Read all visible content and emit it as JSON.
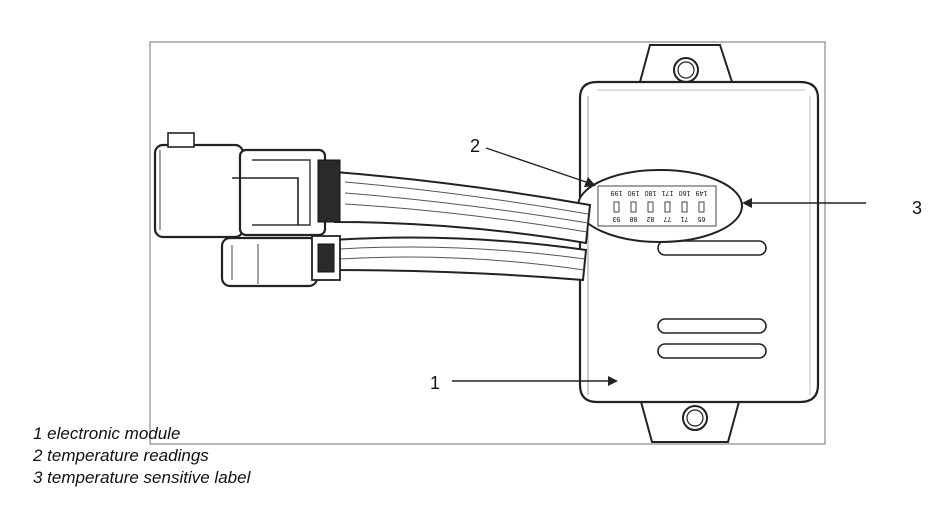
{
  "callouts": [
    {
      "number": "1"
    },
    {
      "number": "2"
    },
    {
      "number": "3"
    }
  ],
  "label_strip": {
    "top_row": [
      "199",
      "190",
      "180",
      "171",
      "160",
      "149"
    ],
    "bottom_row": [
      "93",
      "88",
      "82",
      "77",
      "71",
      "65"
    ]
  },
  "legend": [
    "1 electronic module",
    "2 temperature readings",
    "3 temperature sensitive label"
  ],
  "colors": {
    "line": "#222222",
    "fill": "#ffffff",
    "frame": "#777777"
  }
}
